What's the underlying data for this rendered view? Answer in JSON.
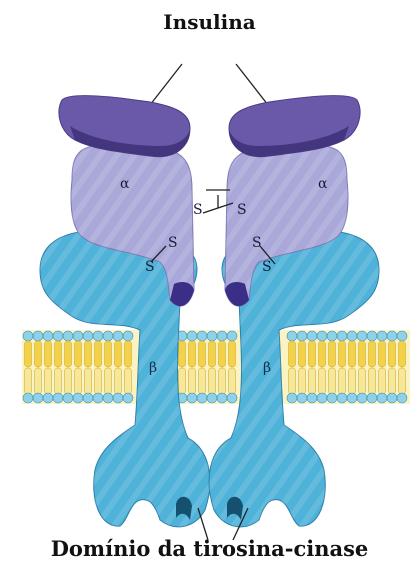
{
  "title": "Insulina",
  "caption": "Domínio da tirosina-cinase",
  "labels": {
    "alpha": "α",
    "beta": "β",
    "sulfur": "S"
  },
  "colors": {
    "insulin_binding": "#6a58a8",
    "alpha_subunit": "#a9a8d8",
    "beta_subunit": "#4fb2d8",
    "membrane_head": "#f3d24a",
    "membrane_tail": "#f7e79a"
  }
}
